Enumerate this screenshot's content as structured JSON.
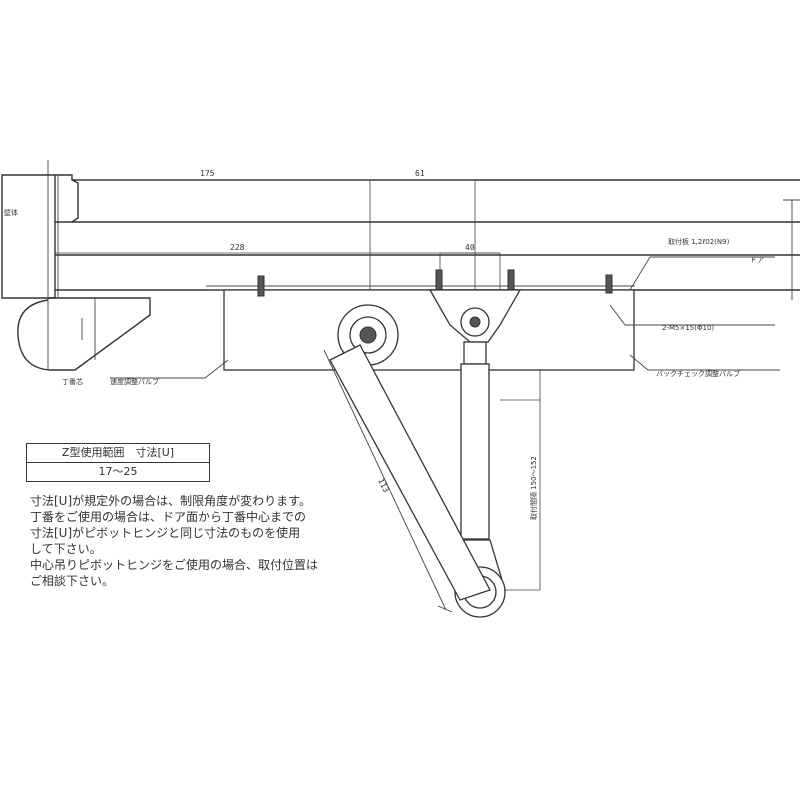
{
  "dimensions": {
    "d175": "175",
    "d61": "61",
    "d228": "228",
    "d40": "40",
    "d113": "113",
    "d150": "取付間隔 150～152"
  },
  "labels": {
    "wall": "壁体",
    "door": "ドア",
    "hinge_center": "丁番芯",
    "bracket": "取付板 1,2ℓ02(N9)",
    "screws": "2-M5×15(Φ10)",
    "speed_valve": "速度調整バルブ",
    "backcheck_valve": "バックチェック調整バルブ"
  },
  "table": {
    "header": "Z型使用範囲　寸法[U]",
    "value": "17～25"
  },
  "notes": [
    "寸法[U]が規定外の場合は、制限角度が変わります。",
    "丁番をご使用の場合は、ドア面から丁番中心までの",
    "寸法[U]がピボットヒンジと同じ寸法のものを使用",
    "して下さい。",
    "中心吊りピボットヒンジをご使用の場合、取付位置は",
    "ご相談下さい。"
  ]
}
